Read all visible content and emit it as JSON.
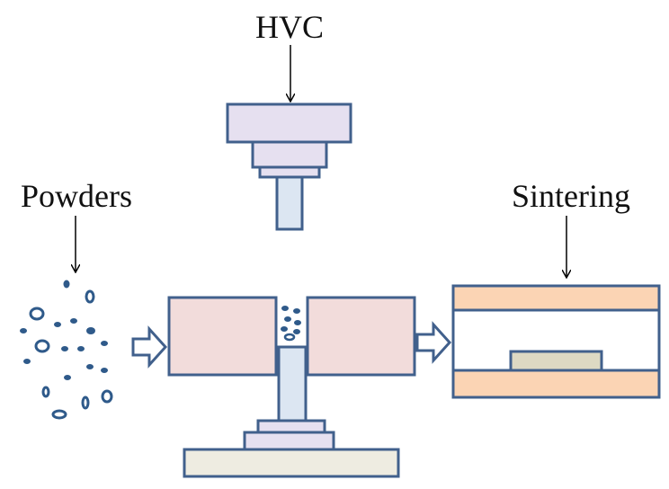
{
  "labels": {
    "hvc": "HVC",
    "powders": "Powders",
    "sintering": "Sintering"
  },
  "colors": {
    "outline": "#41608c",
    "hvc_body": "#e6e0f0",
    "plunger": "#dce6f2",
    "die": "#f2dcdb",
    "heater_plate": "#fbd4b4",
    "sample": "#ddd9c3",
    "base": "#eeece1",
    "particle": "#2f5a8a"
  }
}
